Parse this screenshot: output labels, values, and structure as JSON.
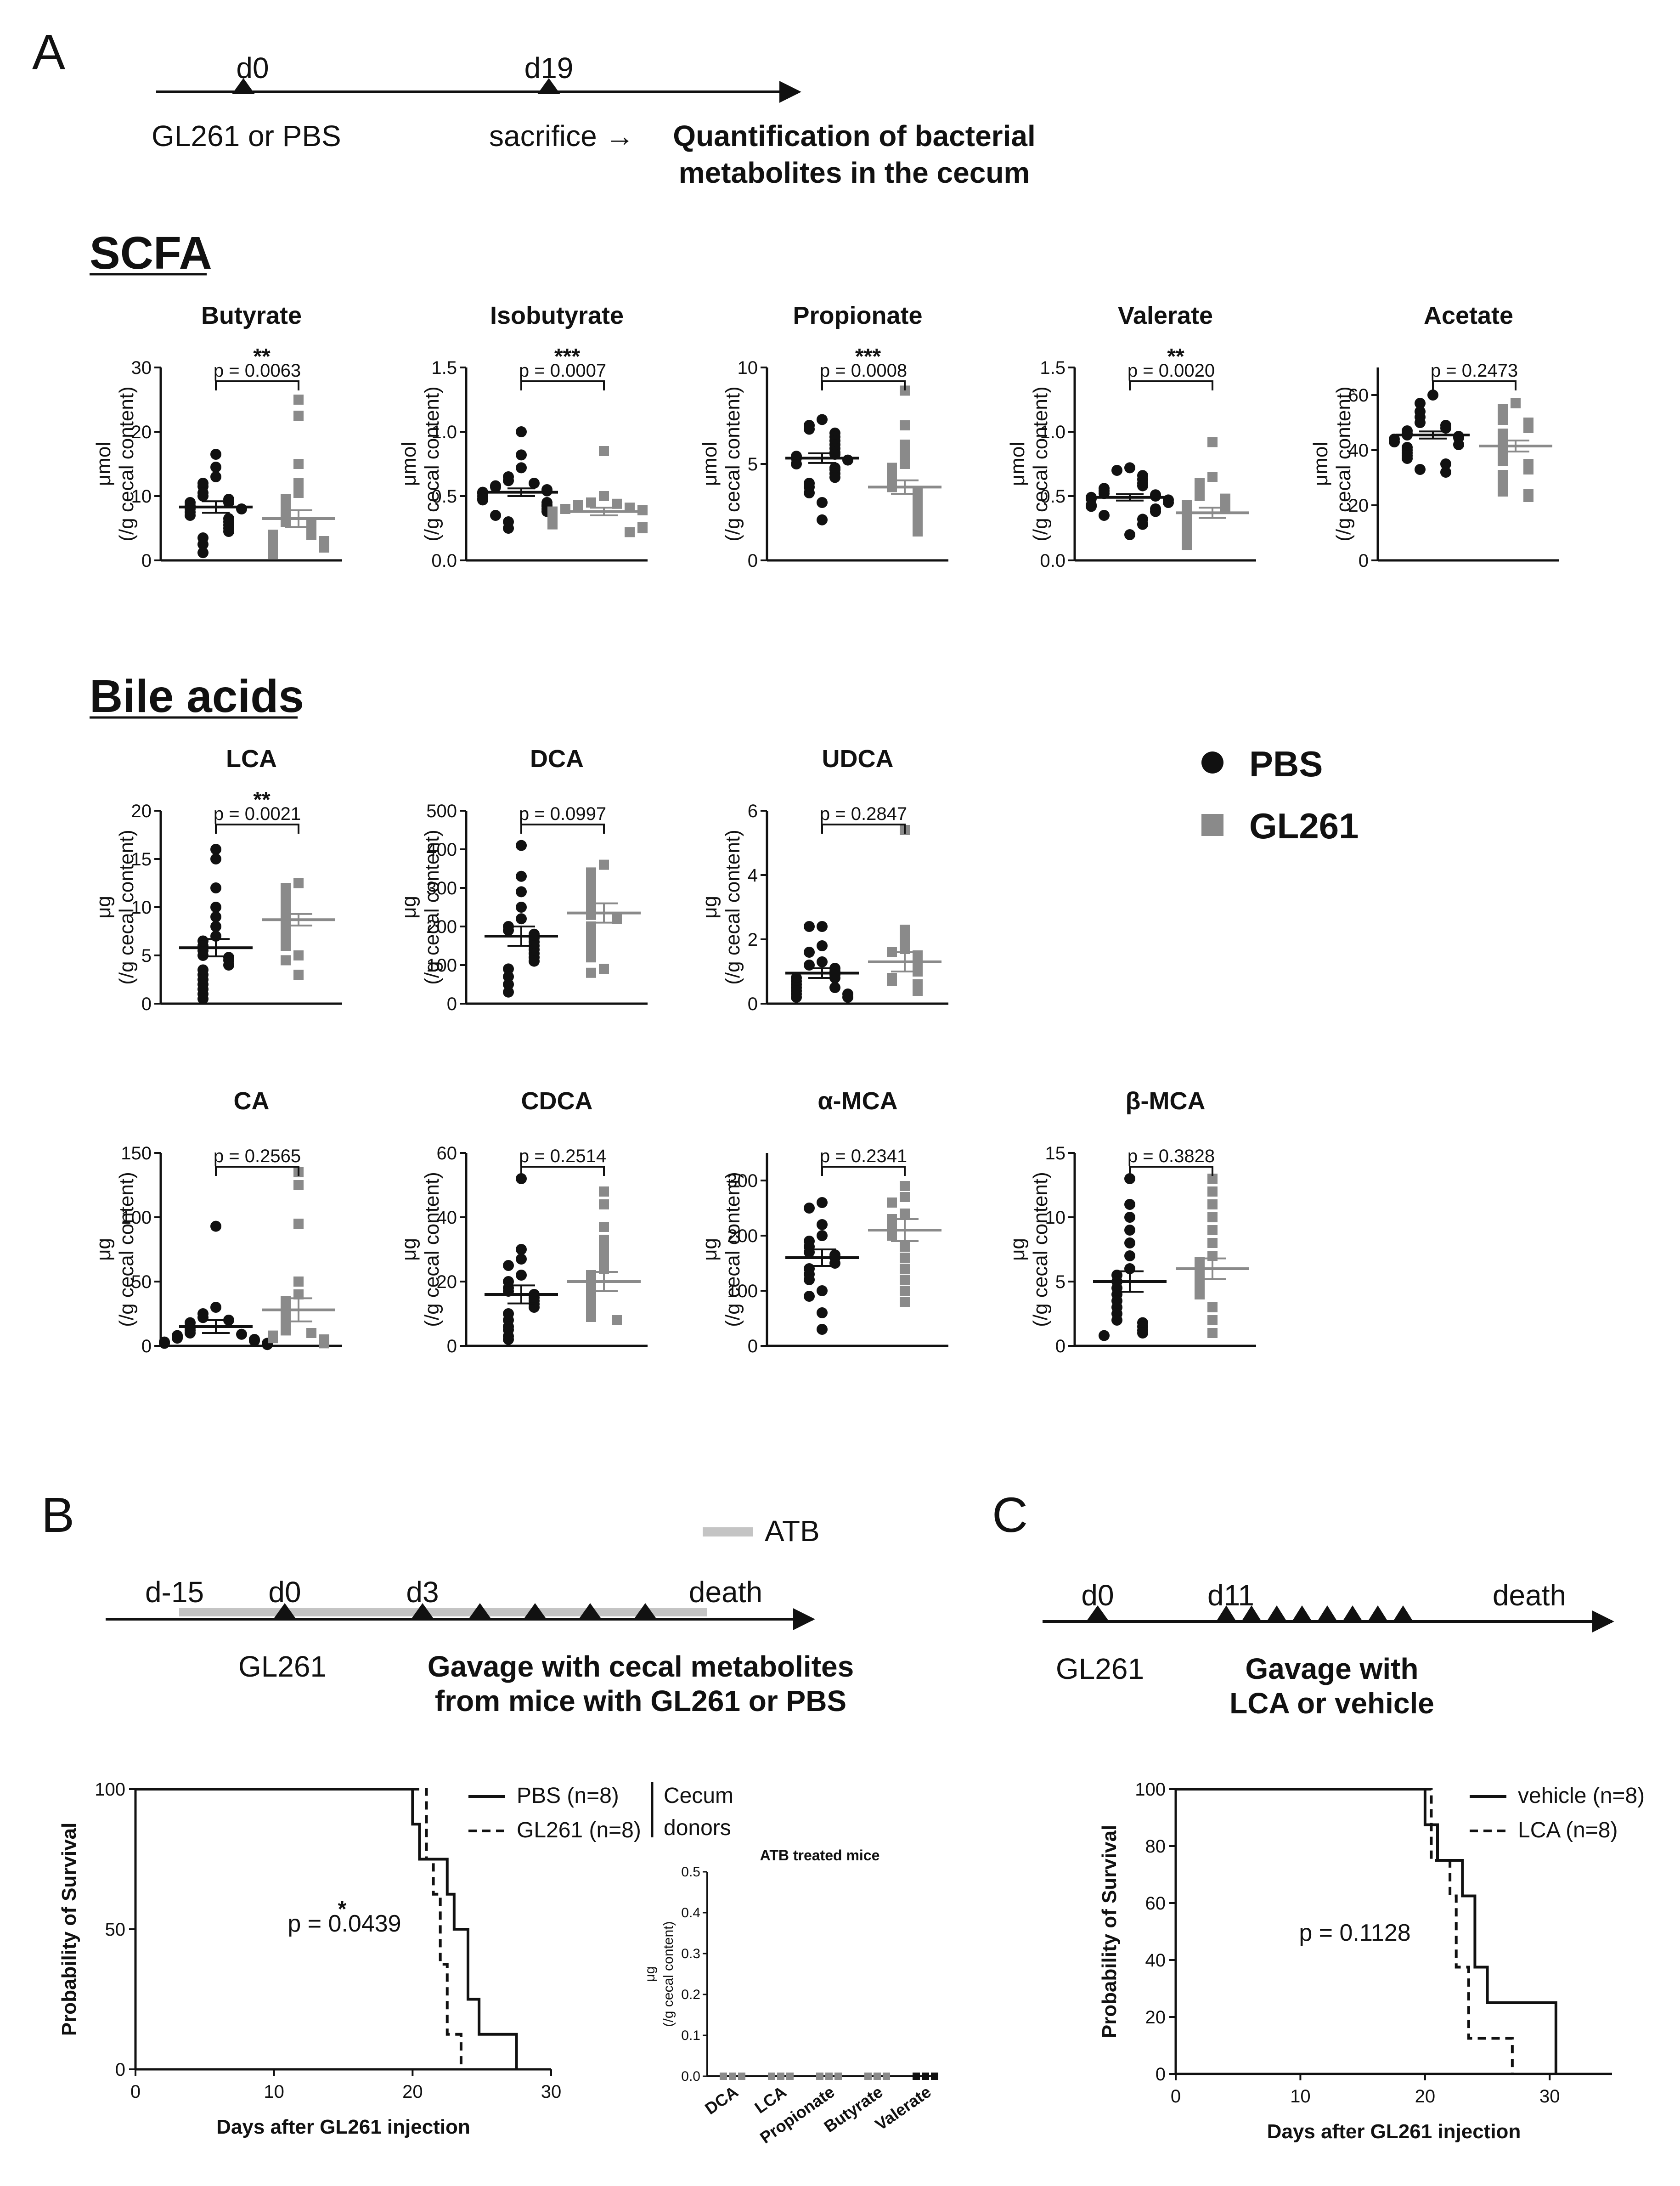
{
  "colors": {
    "pbs": "#111111",
    "gl261": "#8a8a8a",
    "atb_bar": "#c4c4c4",
    "axis": "#111111"
  },
  "panel_letters": {
    "a": "A",
    "b": "B",
    "c": "C"
  },
  "timeline_a": {
    "d0": "d0",
    "d19": "d19",
    "gl261_or_pbs": "GL261 or PBS",
    "sacrifice": "sacrifice →",
    "quant_line1": "Quantification of bacterial",
    "quant_line2": "metabolites in the cecum"
  },
  "section_titles": {
    "scfa": "SCFA",
    "bile": "Bile acids"
  },
  "legend": {
    "pbs": "PBS",
    "gl261": "GL261"
  },
  "ylabels": {
    "umol": "μmol",
    "ug": "μg",
    "cecal": "(/g cecal content)"
  },
  "scatter_charts": [
    {
      "id": "butyrate",
      "title": "Butyrate",
      "p": "p = 0.0063",
      "stars": "**",
      "unit": "umol",
      "ylim": [
        0,
        30
      ],
      "yticks": [
        "0",
        "10",
        "20",
        "30"
      ],
      "pbs": {
        "mean": 8.3,
        "sem": 0.9,
        "values": [
          16.5,
          14.5,
          13.0,
          12.0,
          11.5,
          10.5,
          10.0,
          9.5,
          9.0,
          9.0,
          8.5,
          8.0,
          8.0,
          7.5,
          7.0,
          6.5,
          6.0,
          5.5,
          5.0,
          4.5,
          3.5,
          2.5,
          1.2
        ]
      },
      "gl261": {
        "mean": 6.5,
        "sem": 1.3,
        "values": [
          25.0,
          22.5,
          15.0,
          12.0,
          10.5,
          9.5,
          8.5,
          7.5,
          6.5,
          6.0,
          5.5,
          5.0,
          4.5,
          4.0,
          4.0,
          3.5,
          3.0,
          3.0,
          2.5,
          2.0,
          2.0,
          1.5,
          1.0
        ]
      }
    },
    {
      "id": "isobutyrate",
      "title": "Isobutyrate",
      "p": "p = 0.0007",
      "stars": "***",
      "unit": "umol",
      "ylim": [
        0,
        1.5
      ],
      "yticks": [
        "0.0",
        "0.5",
        "1.0",
        "1.5"
      ],
      "pbs": {
        "mean": 0.53,
        "sem": 0.03,
        "values": [
          1.0,
          0.82,
          0.72,
          0.65,
          0.62,
          0.6,
          0.58,
          0.57,
          0.55,
          0.54,
          0.53,
          0.52,
          0.5,
          0.48,
          0.47,
          0.45,
          0.43,
          0.42,
          0.4,
          0.38,
          0.35,
          0.3,
          0.25
        ]
      },
      "gl261": {
        "mean": 0.38,
        "sem": 0.03,
        "values": [
          0.85,
          0.5,
          0.45,
          0.44,
          0.43,
          0.42,
          0.41,
          0.4,
          0.39,
          0.38,
          0.37,
          0.36,
          0.35,
          0.34,
          0.33,
          0.32,
          0.31,
          0.3,
          0.29,
          0.28,
          0.26,
          0.25,
          0.22
        ]
      }
    },
    {
      "id": "propionate",
      "title": "Propionate",
      "p": "p = 0.0008",
      "stars": "***",
      "unit": "umol",
      "ylim": [
        0,
        10
      ],
      "yticks": [
        "0",
        "5",
        "10"
      ],
      "pbs": {
        "mean": 5.3,
        "sem": 0.25,
        "values": [
          7.3,
          7.0,
          6.8,
          6.6,
          6.4,
          6.2,
          6.0,
          5.8,
          5.6,
          5.5,
          5.4,
          5.3,
          5.2,
          5.0,
          4.8,
          4.7,
          4.5,
          4.3,
          4.0,
          3.8,
          3.5,
          3.0,
          2.1
        ]
      },
      "gl261": {
        "mean": 3.8,
        "sem": 0.35,
        "values": [
          8.8,
          7.0,
          6.0,
          5.5,
          5.0,
          4.8,
          4.5,
          4.3,
          4.0,
          3.8,
          3.6,
          3.4,
          3.2,
          3.0,
          2.8,
          2.7,
          2.5,
          2.3,
          2.1,
          2.0,
          1.8,
          1.6,
          1.5
        ]
      }
    },
    {
      "id": "valerate",
      "title": "Valerate",
      "p": "p = 0.0020",
      "stars": "**",
      "unit": "umol",
      "ylim": [
        0,
        1.5
      ],
      "yticks": [
        "0.0",
        "0.5",
        "1.0",
        "1.5"
      ],
      "pbs": {
        "mean": 0.49,
        "sem": 0.025,
        "values": [
          0.72,
          0.7,
          0.66,
          0.63,
          0.6,
          0.58,
          0.56,
          0.54,
          0.52,
          0.51,
          0.5,
          0.49,
          0.48,
          0.47,
          0.45,
          0.43,
          0.42,
          0.4,
          0.38,
          0.35,
          0.32,
          0.28,
          0.2
        ]
      },
      "gl261": {
        "mean": 0.37,
        "sem": 0.04,
        "values": [
          0.92,
          0.65,
          0.6,
          0.55,
          0.5,
          0.48,
          0.45,
          0.43,
          0.4,
          0.38,
          0.36,
          0.34,
          0.32,
          0.3,
          0.28,
          0.26,
          0.24,
          0.22,
          0.2,
          0.18,
          0.15,
          0.14,
          0.12
        ]
      }
    },
    {
      "id": "acetate",
      "title": "Acetate",
      "p": "p = 0.2473",
      "stars": "",
      "unit": "umol",
      "ylim": [
        0,
        70
      ],
      "yticks": [
        "0",
        "20",
        "40",
        "60"
      ],
      "pbs": {
        "mean": 45.5,
        "sem": 1.3,
        "values": [
          60.0,
          57.0,
          54.0,
          52.0,
          50.0,
          49.0,
          48.0,
          47.0,
          46.0,
          45.5,
          45.0,
          44.5,
          44.0,
          43.0,
          42.0,
          41.0,
          40.0,
          39.0,
          38.0,
          37.0,
          35.0,
          33.0,
          32.0
        ]
      },
      "gl261": {
        "mean": 41.5,
        "sem": 2.0,
        "values": [
          57.0,
          55.0,
          53.0,
          51.0,
          50.0,
          48.0,
          46.0,
          44.0,
          42.0,
          40.0,
          38.0,
          36.0,
          35.0,
          33.0,
          31.0,
          29.0,
          27.0,
          25.0,
          24.0,
          23.0
        ]
      }
    },
    {
      "id": "lca",
      "title": "LCA",
      "p": "p = 0.0021",
      "stars": "**",
      "unit": "ug",
      "ylim": [
        0,
        20
      ],
      "yticks": [
        "0",
        "5",
        "10",
        "15",
        "20"
      ],
      "pbs": {
        "mean": 5.8,
        "sem": 0.9,
        "values": [
          16.0,
          15.0,
          12.0,
          10.0,
          9.0,
          8.0,
          7.0,
          6.5,
          6.0,
          5.5,
          5.0,
          4.8,
          4.5,
          4.0,
          3.5,
          3.0,
          2.5,
          2.0,
          1.5,
          1.0,
          0.5
        ]
      },
      "gl261": {
        "mean": 8.7,
        "sem": 0.6,
        "values": [
          12.5,
          12.0,
          11.5,
          11.0,
          10.5,
          10.0,
          9.5,
          9.0,
          8.5,
          8.0,
          7.5,
          7.0,
          6.5,
          6.0,
          5.0,
          4.5,
          3.0
        ]
      }
    },
    {
      "id": "dca",
      "title": "DCA",
      "p": "p = 0.0997",
      "stars": "",
      "unit": "ug",
      "ylim": [
        0,
        500
      ],
      "yticks": [
        "0",
        "100",
        "200",
        "300",
        "400",
        "500"
      ],
      "pbs": {
        "mean": 175,
        "sem": 25,
        "values": [
          410,
          330,
          290,
          250,
          220,
          200,
          190,
          180,
          170,
          160,
          150,
          140,
          130,
          120,
          110,
          90,
          70,
          50,
          30
        ]
      },
      "gl261": {
        "mean": 235,
        "sem": 25,
        "values": [
          360,
          340,
          320,
          300,
          280,
          260,
          240,
          230,
          220,
          200,
          180,
          160,
          140,
          120,
          90,
          80
        ]
      }
    },
    {
      "id": "udca",
      "title": "UDCA",
      "p": "p = 0.2847",
      "stars": "",
      "unit": "ug",
      "ylim": [
        0,
        6
      ],
      "yticks": [
        "0",
        "2",
        "4",
        "6"
      ],
      "pbs": {
        "mean": 0.95,
        "sem": 0.15,
        "values": [
          2.4,
          2.4,
          1.8,
          1.6,
          1.3,
          1.2,
          1.1,
          1.0,
          0.9,
          0.8,
          0.8,
          0.7,
          0.6,
          0.5,
          0.5,
          0.4,
          0.3,
          0.3,
          0.2,
          0.2
        ]
      },
      "gl261": {
        "mean": 1.3,
        "sem": 0.3,
        "values": [
          5.4,
          2.3,
          2.0,
          1.7,
          1.6,
          1.5,
          1.4,
          1.3,
          1.2,
          1.1,
          1.0,
          0.8,
          0.7,
          0.6,
          0.5,
          0.4
        ]
      }
    },
    {
      "id": "ca",
      "title": "CA",
      "p": "p = 0.2565",
      "stars": "",
      "unit": "ug",
      "ylim": [
        0,
        150
      ],
      "yticks": [
        "0",
        "50",
        "100",
        "150"
      ],
      "pbs": {
        "mean": 15,
        "sem": 5,
        "values": [
          93,
          30,
          25,
          22,
          20,
          18,
          15,
          14,
          12,
          10,
          9,
          8,
          7,
          6,
          5,
          4,
          3,
          2,
          2,
          1
        ]
      },
      "gl261": {
        "mean": 28,
        "sem": 9,
        "values": [
          135,
          125,
          95,
          50,
          40,
          35,
          30,
          25,
          20,
          15,
          12,
          10,
          8,
          6,
          5,
          3,
          2
        ]
      }
    },
    {
      "id": "cdca",
      "title": "CDCA",
      "p": "p = 0.2514",
      "stars": "",
      "unit": "ug",
      "ylim": [
        0,
        60
      ],
      "yticks": [
        "0",
        "20",
        "40",
        "60"
      ],
      "pbs": {
        "mean": 16,
        "sem": 2.8,
        "values": [
          52,
          30,
          27,
          25,
          22,
          20,
          18,
          17,
          16,
          15,
          14,
          13,
          12,
          10,
          8,
          6,
          5,
          3,
          2
        ]
      },
      "gl261": {
        "mean": 20,
        "sem": 3,
        "values": [
          48,
          44,
          37,
          33,
          30,
          27,
          24,
          22,
          20,
          18,
          16,
          14,
          12,
          10,
          9,
          8
        ]
      }
    },
    {
      "id": "amca",
      "title": "α-MCA",
      "p": "p = 0.2341",
      "stars": "",
      "unit": "ug",
      "ylim": [
        0,
        350
      ],
      "yticks": [
        "0",
        "100",
        "200",
        "300"
      ],
      "pbs": {
        "mean": 160,
        "sem": 15,
        "values": [
          260,
          250,
          220,
          200,
          190,
          180,
          170,
          165,
          160,
          150,
          140,
          130,
          120,
          100,
          90,
          60,
          30
        ]
      },
      "gl261": {
        "mean": 210,
        "sem": 20,
        "values": [
          290,
          270,
          260,
          240,
          230,
          220,
          210,
          200,
          180,
          160,
          140,
          120,
          100,
          80
        ]
      }
    },
    {
      "id": "bmca",
      "title": "β-MCA",
      "p": "p = 0.3828",
      "stars": "",
      "unit": "ug",
      "ylim": [
        0,
        15
      ],
      "yticks": [
        "0",
        "5",
        "10",
        "15"
      ],
      "pbs": {
        "mean": 5.0,
        "sem": 0.8,
        "values": [
          13.0,
          11.0,
          10.0,
          9.0,
          8.0,
          7.0,
          6.0,
          5.5,
          5.0,
          4.5,
          4.0,
          3.5,
          3.0,
          2.5,
          2.0,
          1.8,
          1.5,
          1.2,
          1.0,
          0.8
        ]
      },
      "gl261": {
        "mean": 6.0,
        "sem": 0.8,
        "values": [
          13.0,
          12.0,
          11.0,
          10.0,
          9.0,
          8.0,
          7.0,
          6.5,
          6.0,
          5.5,
          5.0,
          4.5,
          4.0,
          3.0,
          2.0,
          1.0
        ]
      }
    }
  ],
  "timeline_b": {
    "atb": "ATB",
    "dm15": "d-15",
    "d0": "d0",
    "d3": "d3",
    "death": "death",
    "gl261": "GL261",
    "gav_line1": "Gavage with cecal metabolites",
    "gav_line2": "from mice with GL261 or PBS"
  },
  "timeline_c": {
    "d0": "d0",
    "d11": "d11",
    "death": "death",
    "gl261": "GL261",
    "gav_line1": "Gavage with",
    "gav_line2": "LCA or vehicle"
  },
  "survival_b": {
    "type": "line",
    "xlabel": "Days after GL261 injection",
    "ylabel": "Probability of Survival",
    "xlim": [
      0,
      30
    ],
    "ylim": [
      0,
      100
    ],
    "xticks": [
      "0",
      "10",
      "20",
      "30"
    ],
    "yticks": [
      "0",
      "50",
      "100"
    ],
    "p": "p = 0.0439",
    "stars": "*",
    "series": [
      {
        "name": "PBS (n=8)",
        "dash": false,
        "steps": [
          [
            0,
            100
          ],
          [
            20.0,
            100
          ],
          [
            20.0,
            87.5
          ],
          [
            20.5,
            87.5
          ],
          [
            20.5,
            75
          ],
          [
            22.5,
            75
          ],
          [
            22.5,
            62.5
          ],
          [
            23.0,
            62.5
          ],
          [
            23.0,
            50
          ],
          [
            24.0,
            50
          ],
          [
            24.0,
            25
          ],
          [
            24.8,
            25
          ],
          [
            24.8,
            12.5
          ],
          [
            27.5,
            12.5
          ],
          [
            27.5,
            0
          ]
        ]
      },
      {
        "name": "GL261 (n=8)",
        "dash": true,
        "steps": [
          [
            0,
            100
          ],
          [
            21.0,
            100
          ],
          [
            21.0,
            75
          ],
          [
            21.5,
            75
          ],
          [
            21.5,
            62.5
          ],
          [
            22.0,
            62.5
          ],
          [
            22.0,
            37.5
          ],
          [
            22.5,
            37.5
          ],
          [
            22.5,
            12.5
          ],
          [
            23.5,
            12.5
          ],
          [
            23.5,
            0
          ]
        ]
      }
    ],
    "bracket_label_line1": "Cecum",
    "bracket_label_line2": "donors"
  },
  "atb_chart": {
    "type": "scatter",
    "title": "ATB treated mice",
    "ylim": [
      0,
      0.5
    ],
    "yticks": [
      "0.0",
      "0.1",
      "0.2",
      "0.3",
      "0.4",
      "0.5"
    ],
    "categories": [
      "DCA",
      "LCA",
      "Propionate",
      "Butyrate",
      "Valerate"
    ],
    "values": [
      0,
      0,
      0,
      0,
      0
    ]
  },
  "survival_c": {
    "type": "line",
    "xlabel": "Days after GL261 injection",
    "ylabel": "Probability of Survival",
    "xlim": [
      0,
      35
    ],
    "ylim": [
      0,
      100
    ],
    "xticks": [
      "0",
      "10",
      "20",
      "30"
    ],
    "yticks": [
      "0",
      "20",
      "40",
      "60",
      "80",
      "100"
    ],
    "p": "p = 0.1128",
    "series": [
      {
        "name": "vehicle (n=8)",
        "dash": false,
        "steps": [
          [
            0,
            100
          ],
          [
            20.0,
            100
          ],
          [
            20.0,
            87.5
          ],
          [
            21.0,
            87.5
          ],
          [
            21.0,
            75
          ],
          [
            23.0,
            75
          ],
          [
            23.0,
            62.5
          ],
          [
            24.0,
            62.5
          ],
          [
            24.0,
            37.5
          ],
          [
            25.0,
            37.5
          ],
          [
            25.0,
            25
          ],
          [
            30.5,
            25
          ],
          [
            30.5,
            0
          ]
        ]
      },
      {
        "name": "LCA (n=8)",
        "dash": true,
        "steps": [
          [
            0,
            100
          ],
          [
            20.5,
            100
          ],
          [
            20.5,
            75
          ],
          [
            22.0,
            75
          ],
          [
            22.0,
            62.5
          ],
          [
            22.5,
            62.5
          ],
          [
            22.5,
            37.5
          ],
          [
            23.5,
            37.5
          ],
          [
            23.5,
            12.5
          ],
          [
            27.0,
            12.5
          ],
          [
            27.0,
            0
          ]
        ]
      }
    ]
  }
}
